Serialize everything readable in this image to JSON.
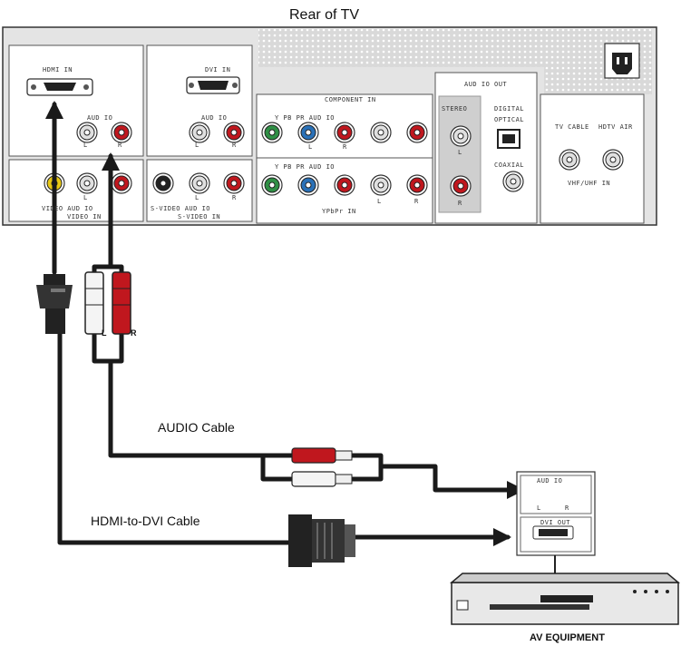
{
  "title": "Rear of TV",
  "tv_labels": {
    "hdmi_in": "HDMI IN",
    "dvi_in": "DVI IN",
    "hdmi_audio": "AUD IO",
    "dvi_audio": "AUD IO",
    "component_in": "COMPONENT IN",
    "comp1": "Y PB PR AUD IO",
    "comp2": "Y PB PR AUD IO",
    "ypbpr_in": "YPbPr IN",
    "video_audio": "VIDEO AUD IO",
    "video_in": "VIDEO IN",
    "svideo_audio": "S-VIDEO AUD IO",
    "svideo_in": "S-VIDEO IN",
    "audio_out": "AUD IO OUT",
    "stereo": "STEREO",
    "digital": "DIGITAL",
    "optical": "OPTICAL",
    "coaxial": "COAXIAL",
    "tv_cable": "TV CABLE",
    "hdtv_air": "HDTV AIR",
    "vhf_uhf": "VHF/UHF IN",
    "L": "L",
    "R": "R"
  },
  "cables": {
    "audio": "AUDIO Cable",
    "hdmi_dvi": "HDMI-to-DVI Cable",
    "plug_l": "L",
    "plug_r": "R"
  },
  "av_panel": {
    "audio_out": "AUD IO",
    "dvi_out": "DVI OUT"
  },
  "equipment_label": "AV EQUIPMENT",
  "colors": {
    "red": "#c0171e",
    "green": "#2f8f45",
    "blue": "#2a71b8",
    "yellow": "#e8c814",
    "cable": "#1a1a1a",
    "panel_gray": "#cfcfcf"
  }
}
